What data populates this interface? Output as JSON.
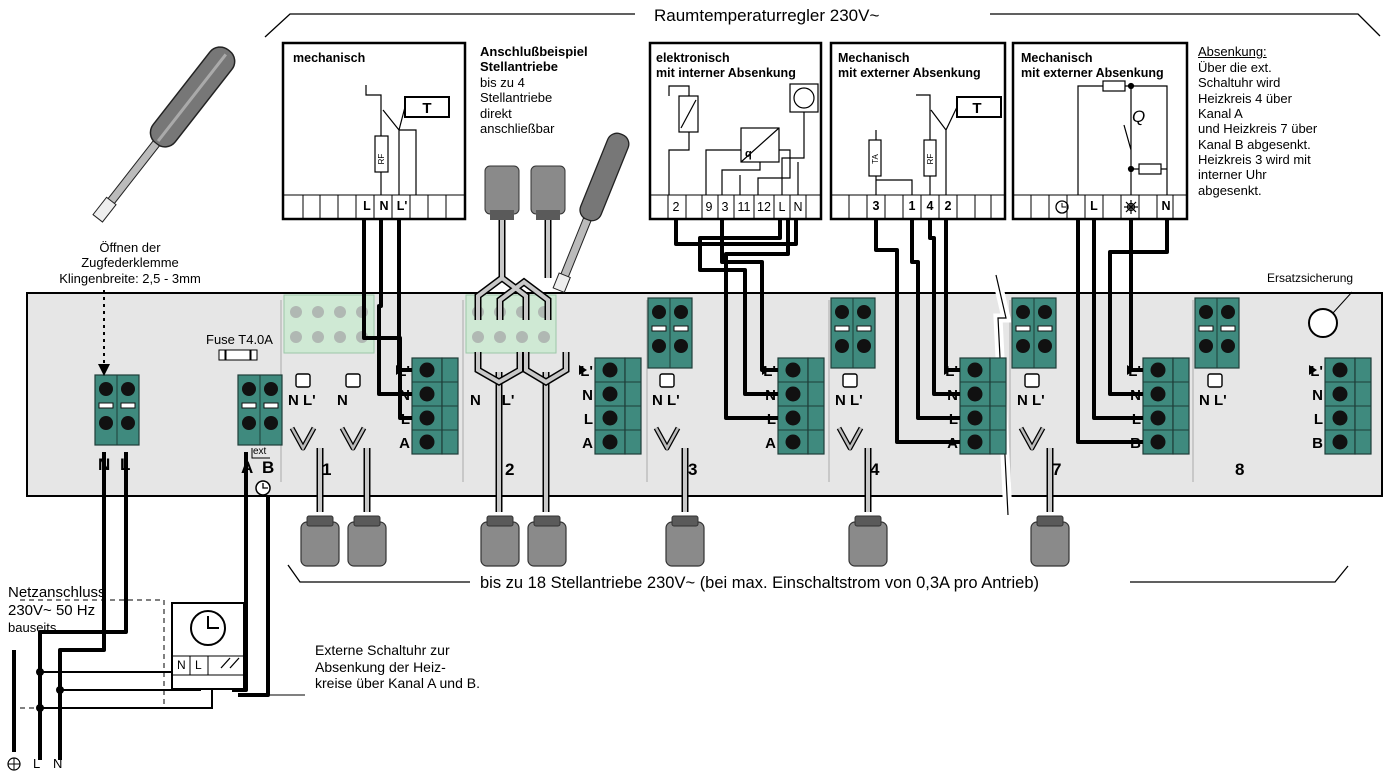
{
  "header": {
    "title": "Raumtemperaturregler 230V~"
  },
  "footer": {
    "note": "bis zu 18 Stellantriebe 230V~ (bei max. Einschaltstrom von 0,3A pro Antrieb)"
  },
  "screwdriver_note": {
    "text": "Öffnen der\nZugfederklemme\nKlingenbreite: 2,5 - 3mm"
  },
  "example": {
    "title": "Anschlußbeispiel\nStellantriebe",
    "text": "bis zu 4\nStellantriebe\ndirekt\nanschließbar"
  },
  "absenkung": {
    "title": "Absenkung:",
    "text": "Über die ext.\nSchaltuhr wird\nHeizkreis 4 über\nKanal A\nund Heizkreis 7 über\nKanal B abgesenkt.\nHeizkreis 3 wird mit\ninterner Uhr\nabgesenkt."
  },
  "controllers": [
    {
      "title": "mechanisch",
      "terminals": [
        "L",
        "N",
        "L'"
      ],
      "component_labels": [
        "T",
        "RF"
      ]
    },
    {
      "title": "elektronisch\nmit interner Absenkung",
      "terminals": [
        "2",
        "9",
        "3",
        "11",
        "12",
        "L",
        "N"
      ],
      "component_labels": [
        "q"
      ]
    },
    {
      "title": "Mechanisch\nmit externer Absenkung",
      "terminals": [
        "3",
        "1",
        "4",
        "2"
      ],
      "component_labels": [
        "T",
        "TA",
        "RF"
      ]
    },
    {
      "title": "Mechanisch\nmit externer Absenkung",
      "terminals": [
        "L",
        "N"
      ],
      "component_labels": []
    }
  ],
  "base": {
    "fuse": "Fuse T4.0A",
    "ext": "ext",
    "spare_fuse": "Ersatzsicherung",
    "power_terminals": [
      "N",
      "L"
    ],
    "ext_terminals": [
      "A",
      "B"
    ],
    "zone_terminal_labels": [
      "L'",
      "N",
      "L",
      "A"
    ],
    "zone_terminal_labels_b": [
      "L'",
      "N",
      "L",
      "B"
    ],
    "actuator_pair": [
      "N",
      "L'"
    ],
    "zones": [
      "1",
      "2",
      "3",
      "4",
      "7",
      "8"
    ]
  },
  "mains": {
    "title": "Netzanschluss\n230V~ 50 Hz",
    "sub": "bauseits",
    "lines": [
      "L",
      "N"
    ]
  },
  "timer": {
    "terminals": [
      "N",
      "L"
    ],
    "note": "Externe Schaltuhr zur\nAbsenkung der Heiz-\nkreise über Kanal A und B."
  },
  "colors": {
    "base_fill": "#e6e6e6",
    "terminal_green": "#3f8a7e",
    "zone_highlight": "#cfe9d4",
    "terminal_dark": "#2a5c54"
  }
}
